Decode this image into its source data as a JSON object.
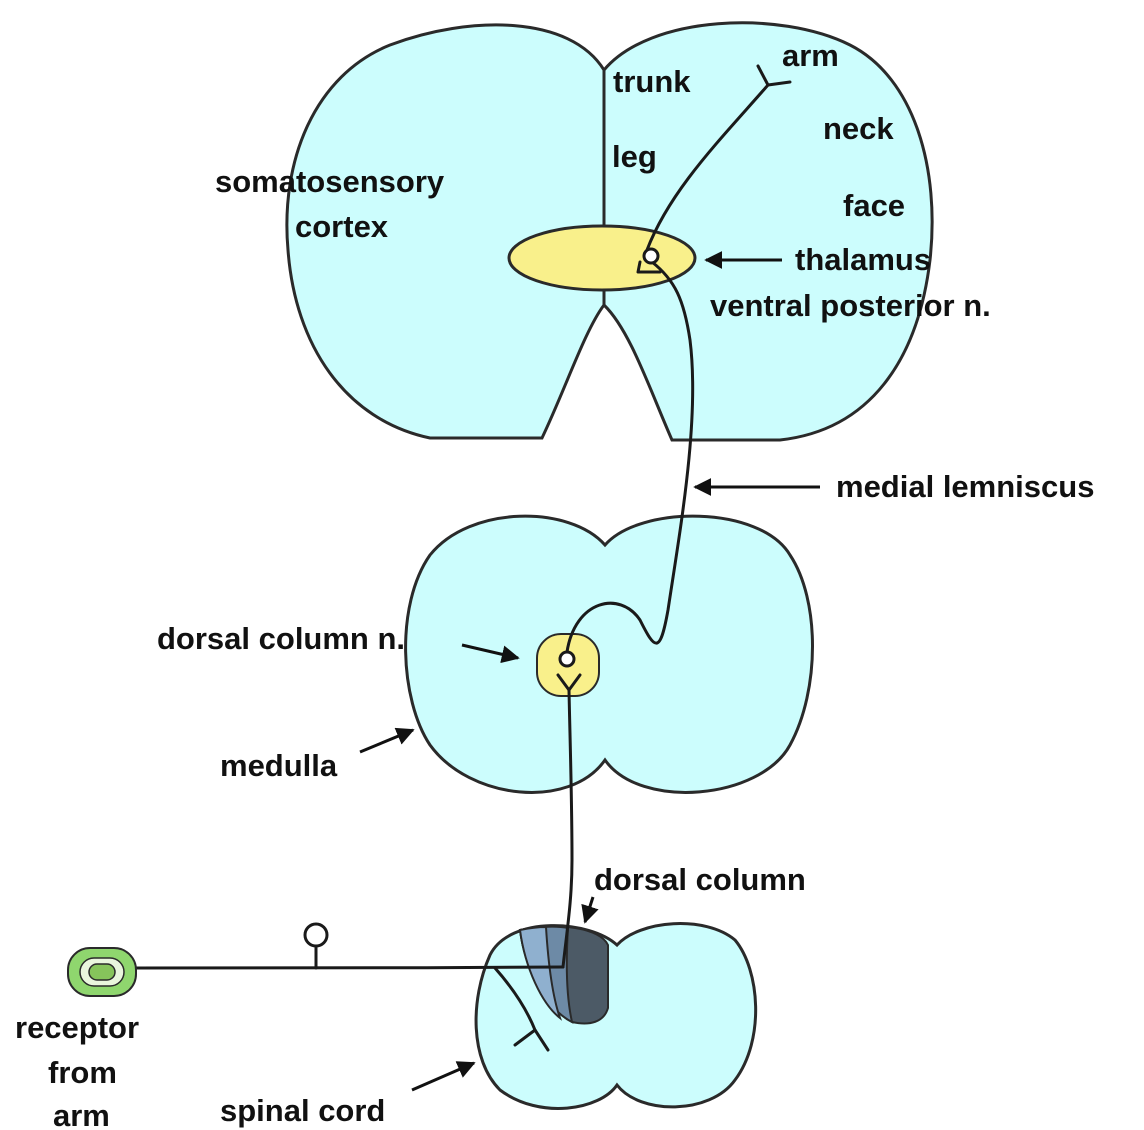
{
  "colors": {
    "tissue": "#ccfdfd",
    "nucleus": "#f9f08b",
    "column_dark": "#4c5a66",
    "column_mid": "#6d8aa6",
    "column_light": "#8fb0cf",
    "receptor_outer": "#8fd66e",
    "receptor_mid": "#e9f6dd",
    "receptor_inner": "#86c45b",
    "outline": "#2a2a2a"
  },
  "labels": {
    "cortex_line1": "somatosensory",
    "cortex_line2": "cortex",
    "trunk": "trunk",
    "leg": "leg",
    "arm": "arm",
    "neck": "neck",
    "face": "face",
    "thalamus": "thalamus",
    "ventral_posterior": "ventral posterior n.",
    "medial_lemniscus": "medial lemniscus",
    "dorsal_column_nucleus": "dorsal column n.",
    "medulla": "medulla",
    "dorsal_column": "dorsal column",
    "receptor_line1": "receptor",
    "receptor_line2": "from",
    "receptor_line3": "arm",
    "spinal_cord": "spinal cord"
  },
  "icons": {
    "arrowhead": "arrow-icon",
    "synapse": "synapse-icon",
    "cell_body": "cell-body-icon",
    "receptor": "receptor-icon"
  }
}
